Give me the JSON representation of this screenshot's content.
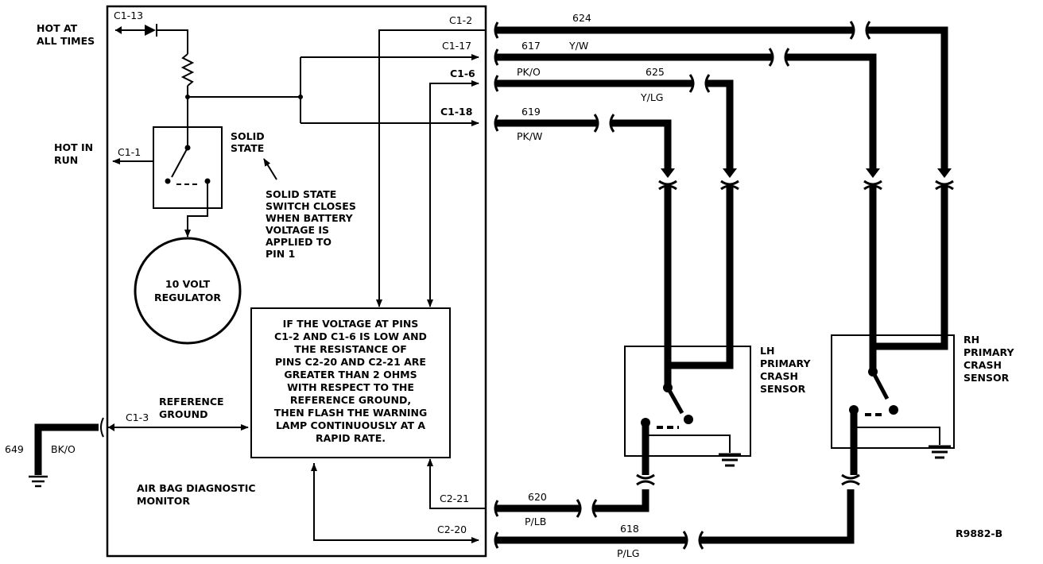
{
  "module": {
    "title_line1": "AIR BAG DIAGNOSTIC",
    "title_line2": "MONITOR"
  },
  "labels": {
    "hot_at_all_times_1": "HOT AT",
    "hot_at_all_times_2": "ALL TIMES",
    "hot_in_run_1": "HOT IN",
    "hot_in_run_2": "RUN",
    "solid_state_1": "SOLID",
    "solid_state_2": "STATE",
    "switch_note": [
      "SOLID STATE",
      "SWITCH CLOSES",
      "WHEN BATTERY",
      "VOLTAGE IS",
      "APPLIED TO",
      "PIN 1"
    ],
    "regulator_1": "10 VOLT",
    "regulator_2": "REGULATOR",
    "reference_ground_1": "REFERENCE",
    "reference_ground_2": "GROUND",
    "diagnostic_logic": [
      "IF THE VOLTAGE AT PINS",
      "C1-2 AND C1-6 IS LOW AND",
      "THE RESISTANCE OF",
      "PINS C2-20 AND C2-21 ARE",
      "GREATER THAN 2 OHMS",
      "WITH RESPECT TO THE",
      "REFERENCE GROUND,",
      "THEN FLASH THE WARNING",
      "LAMP CONTINUOUSLY AT A",
      "RAPID RATE."
    ],
    "lh_sensor": [
      "LH",
      "PRIMARY",
      "CRASH",
      "SENSOR"
    ],
    "rh_sensor": [
      "RH",
      "PRIMARY",
      "CRASH",
      "SENSOR"
    ],
    "figure_id": "R9882-B"
  },
  "pins": {
    "c1_13": "C1-13",
    "c1_1": "C1-1",
    "c1_3": "C1-3",
    "c1_2": "C1-2",
    "c1_17": "C1-17",
    "c1_6": "C1-6",
    "c1_18": "C1-18",
    "c2_21": "C2-21",
    "c2_20": "C2-20"
  },
  "circuits": {
    "c624": "624",
    "c617": "617",
    "c617_color": "Y/W",
    "c625_color_top": "PK/O",
    "c625": "625",
    "c625_color": "Y/LG",
    "c619": "619",
    "c619_color": "PK/W",
    "c620": "620",
    "c620_color": "P/LB",
    "c618": "618",
    "c618_color": "P/LG",
    "c649": "649",
    "c649_color": "BK/O"
  },
  "icons": {
    "ground": "ground-symbol-icon",
    "connector": "connector-bracket-icon",
    "diode": "diode-icon",
    "resistor": "resistor-icon",
    "switch": "switch-icon"
  }
}
